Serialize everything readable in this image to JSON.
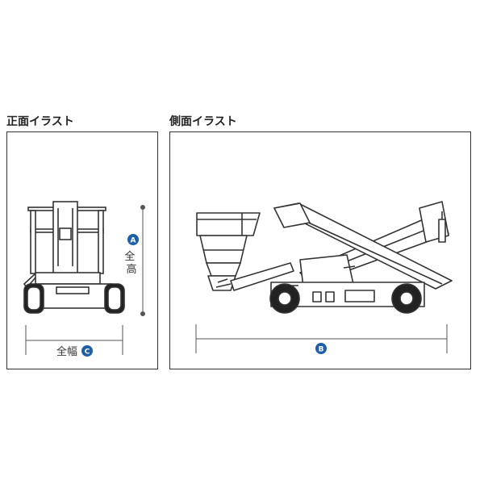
{
  "front_view": {
    "title": "正面イラスト",
    "height_badge": "A",
    "height_label": "全高",
    "width_label": "全幅",
    "width_badge": "C"
  },
  "side_view": {
    "title": "側面イラスト",
    "length_badge": "B"
  },
  "colors": {
    "line": "#333333",
    "badge": "#1f5fa8",
    "dim": "#555555"
  }
}
